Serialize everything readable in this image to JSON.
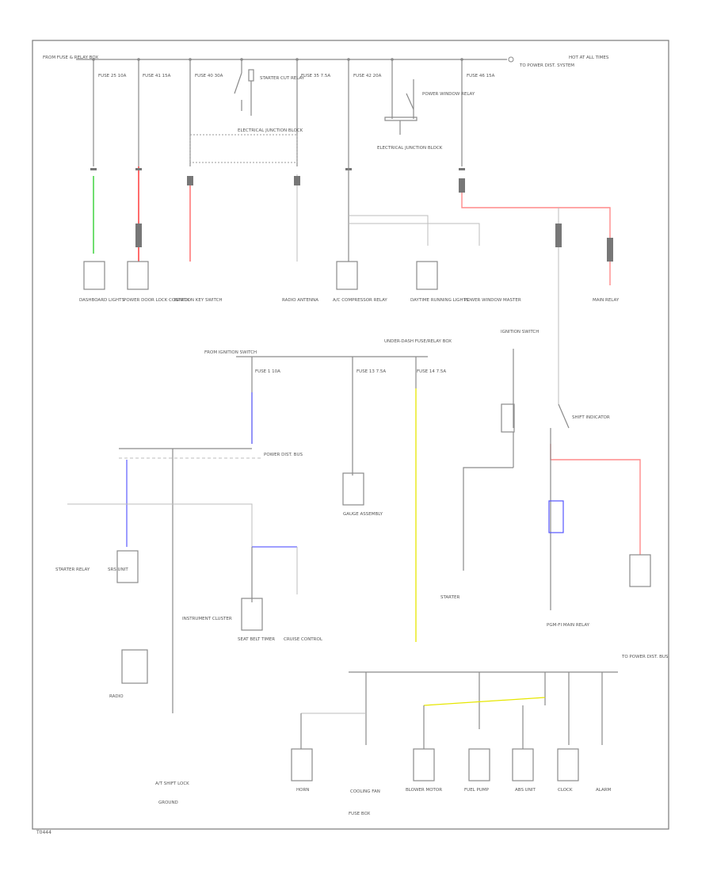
{
  "diagram": {
    "footer_code": "T0444",
    "colors": {
      "green": "#22cc22",
      "red": "#ff3b3b",
      "blue": "#3333ff",
      "yellow": "#e6e600",
      "line": "#8a8a8a"
    },
    "top_section": {
      "source_label": "FROM FUSE & RELAY BOX",
      "end_label": "TO POWER DIST. SYSTEM",
      "end_label_right": "HOT AT ALL TIMES",
      "fuse_labels": [
        "FUSE 25 10A",
        "FUSE 41 15A",
        "FUSE 40 30A",
        "FUSE 35 7.5A",
        "FUSE 42 20A",
        "FUSE 46 15A"
      ],
      "relay_labels": [
        "STARTER CUT RELAY",
        "POWER WINDOW RELAY"
      ],
      "junction_labels": [
        "ELECTRICAL JUNCTION BLOCK",
        "ELECTRICAL JUNCTION BLOCK"
      ],
      "component_labels": [
        "DASHBOARD LIGHTS",
        "POWER DOOR LOCK CONTROL",
        "IGNITION KEY SWITCH",
        "RADIO ANTENNA",
        "A/C COMPRESSOR RELAY",
        "DAYTIME RUNNING LIGHTS",
        "POWER WINDOW MASTER",
        "MAIN RELAY"
      ]
    },
    "middle_section": {
      "title": "UNDER-DASH FUSE/RELAY BOX",
      "source_label": "FROM IGNITION SWITCH",
      "fuse_labels": [
        "FUSE 1 10A",
        "FUSE 13 7.5A",
        "FUSE 14 7.5A"
      ],
      "switch_label": "IGNITION SWITCH",
      "junction_label": "POWER DIST. BUS",
      "component_labels": [
        "STARTER RELAY",
        "SRS UNIT",
        "INSTRUMENT CLUSTER",
        "SEAT BELT TIMER",
        "GAUGE ASSEMBLY",
        "CRUISE CONTROL",
        "RADIO",
        "A/T SHIFT LOCK",
        "SHIFT INDICATOR",
        "STARTER",
        "PGM-FI MAIN RELAY"
      ]
    },
    "bottom_section": {
      "bus_label": "TO POWER DIST. BUS",
      "group_label": "FUSE BOX",
      "ground_label": "GROUND",
      "component_labels": [
        "HORN",
        "COOLING FAN",
        "BLOWER MOTOR",
        "FUEL PUMP",
        "ABS UNIT",
        "CLOCK",
        "ALARM"
      ]
    }
  }
}
